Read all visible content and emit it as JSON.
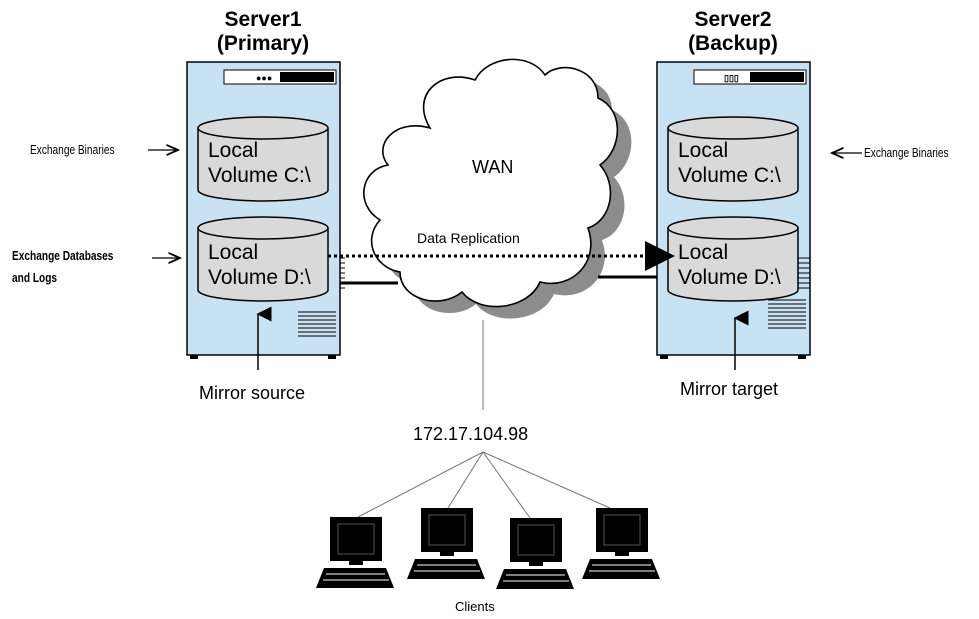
{
  "servers": {
    "primary": {
      "name": "Server1",
      "role": "(Primary)",
      "volume_c": [
        "Local",
        "Volume C:\\"
      ],
      "volume_d": [
        "Local",
        "Volume D:\\"
      ],
      "caption": "Mirror source"
    },
    "backup": {
      "name": "Server2",
      "role": "(Backup)",
      "volume_c": [
        "Local",
        "Volume C:\\"
      ],
      "volume_d": [
        "Local",
        "Volume D:\\"
      ],
      "caption": "Mirror target"
    }
  },
  "side_labels": {
    "left_binaries": "Exchange Binaries",
    "left_databases": [
      "Exchange Databases",
      "and Logs"
    ],
    "right_binaries": "Exchange Binaries"
  },
  "network": {
    "cloud": "WAN",
    "link": "Data Replication",
    "ip": "172.17.104.98",
    "clients_label": "Clients"
  },
  "colors": {
    "server_fill": "#c8e2f3",
    "disk_fill": "#d9d9d9",
    "cloud_shadow": "#8c8c8c"
  }
}
